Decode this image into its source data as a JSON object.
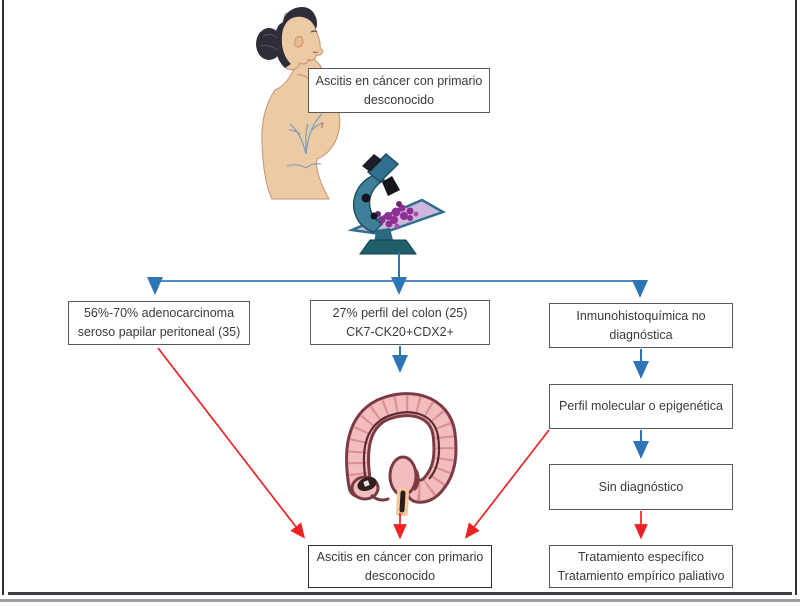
{
  "figure": {
    "title_box": "Ascitis en cáncer con primario\ndesconocido",
    "left_box": "56%-70% adenocarcinoma\nseroso papilar peritoneal (35)",
    "middle_box": "27% perfil del colon (25)\nCK7-CK20+CDX2+",
    "right_box": "Inmunohistoquímica no\ndiagnóstica",
    "perfil_box": "Perfil molecular o epigenética",
    "sin_box": "Sin diagnóstico",
    "trat_box": "Tratamiento específico\nTratamiento empírico paliativo",
    "bottom_box": "Ascitis en cáncer con primario\ndesconocido",
    "illustrations": [
      "woman-with-ascites",
      "microscope-with-slide",
      "colon"
    ]
  },
  "colors": {
    "flow_blue": "#2e75b6",
    "flow_red": "#ee2224",
    "box_border": "#595959",
    "skin": "#eccaa4",
    "hair": "#2e2e38",
    "microscope_teal": "#3f7f99",
    "slide_purple": "#93309a",
    "colon_pink": "#f3bcbe",
    "colon_outline": "#7a3b44"
  }
}
